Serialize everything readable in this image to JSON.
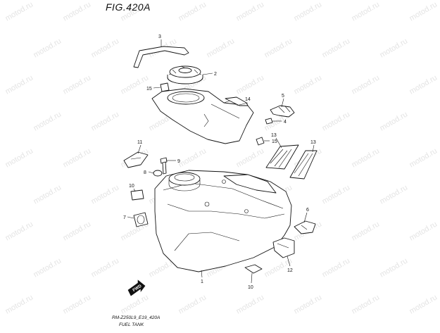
{
  "figure": {
    "title": "FIG.420A",
    "footer_code": "RM-Z250L9_E19_420A",
    "footer_name": "FUEL TANK",
    "watermark": "motod.ru",
    "forward_arrow_label": "FWD"
  },
  "callouts": {
    "c1": "1",
    "c2": "2",
    "c3": "3",
    "c4": "4",
    "c5": "5",
    "c6": "6",
    "c7": "7",
    "c8": "8",
    "c9": "9",
    "c10a": "10",
    "c10b": "10",
    "c11": "11",
    "c12": "12",
    "c13a": "13",
    "c13b": "13",
    "c14": "14",
    "c15a": "15",
    "c15b": "15"
  }
}
